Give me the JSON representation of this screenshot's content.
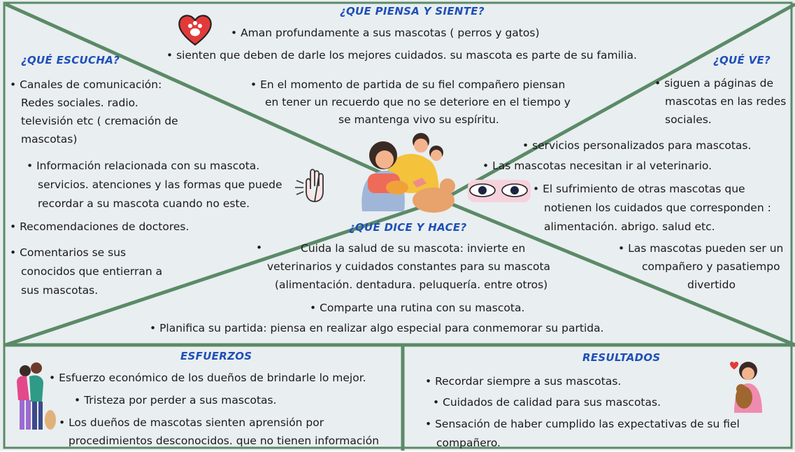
{
  "map": {
    "think_feel": {
      "title": "¿QUE PIENSA Y SIENTE?",
      "items": [
        "• Aman profundamente a sus mascotas ( perros y gatos)",
        "• sienten que deben de darle los mejores cuidados. su mascota es parte de su familia.",
        "•  En el momento de partida de su fiel compañero piensan",
        "en tener un recuerdo que no se deteriore en el tiempo y",
        "se mantenga vivo su espíritu."
      ]
    },
    "hear": {
      "title": "¿QUÉ ESCUCHA?",
      "items": [
        "• Canales de comunicación:",
        "Redes sociales. radio.",
        "televisión etc ( cremación de",
        "mascotas)",
        "• Información relacionada con su mascota.",
        "servicios. atenciones y las formas que puede",
        "recordar a su mascota cuando no este.",
        "• Recomendaciones de doctores.",
        "• Comentarios se sus",
        "conocidos que entierran a",
        "sus mascotas."
      ]
    },
    "see": {
      "title": "¿QUÉ VE?",
      "items": [
        "• siguen a páginas de",
        "mascotas en las redes",
        "sociales.",
        "• servicios personalizados para mascotas.",
        "• Las mascotas necesitan ir al veterinario.",
        "• El sufrimiento de otras mascotas que",
        "notienen los cuidados que corresponden :",
        "alimentación. abrigo. salud etc.",
        "• Las mascotas pueden ser un",
        "compañero y pasatiempo",
        "divertido"
      ]
    },
    "say_do": {
      "title": "¿QUÉ DICE Y HACE?",
      "items": [
        "•",
        "Cuida la salud de su mascota: invierte en",
        "veterinarios y cuidados constantes para su mascota",
        "(alimentación. dentadura. peluquería. entre otros)",
        "• Comparte una rutina con su mascota.",
        "• Planifica su partida: piensa en realizar algo especial para conmemorar su partida."
      ]
    },
    "pains": {
      "title": "ESFUERZOS",
      "items": [
        "• Esfuerzo económico de los dueños de brindarle lo mejor.",
        "• Tristeza por perder a sus mascotas.",
        "• Los dueños de mascotas sienten aprensión por",
        "procedimientos desconocidos. que no tienen información"
      ]
    },
    "gains": {
      "title": "RESULTADOS",
      "items": [
        "• Recordar siempre a sus mascotas.",
        "• Cuidados de calidad para sus mascotas.",
        "• Sensación de haber cumplido las expectativas de su fiel",
        "compañero."
      ]
    }
  },
  "icons": [
    "heart-paw-icon",
    "listening-ear-icon",
    "eyes-icon",
    "family-with-pets-illustration",
    "hugging-people-illustration",
    "person-with-dog-illustration"
  ],
  "colors": {
    "line": "#5b8a67",
    "title": "#1f4fb8",
    "background": "#e9eef0",
    "heart": "#e23a3a"
  }
}
